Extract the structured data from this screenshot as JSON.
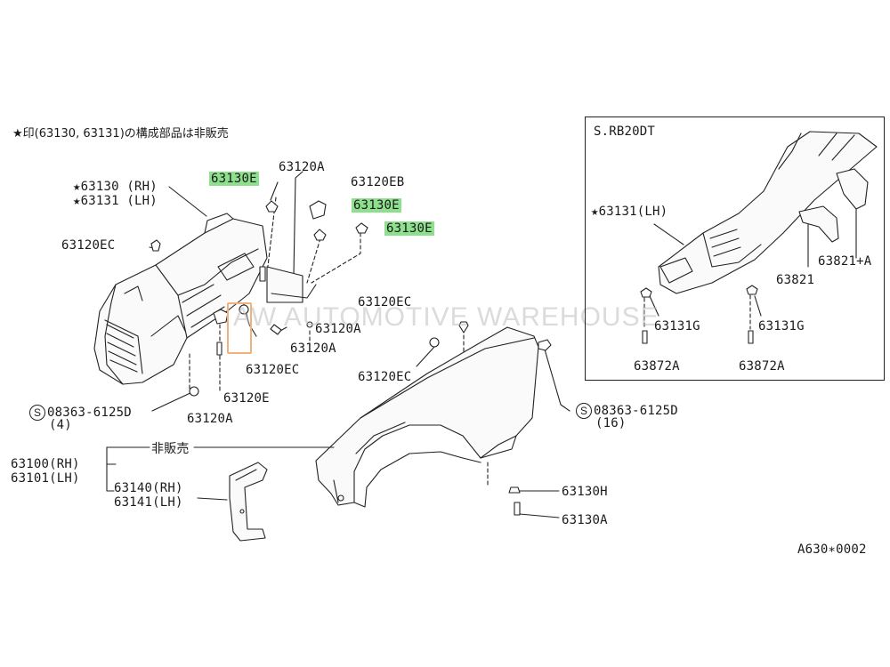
{
  "note": "★印(63130, 63131)の構成部品は非販売",
  "watermark": "AW AUTOMOTIVE WAREHOUSE",
  "inset": {
    "title": "S.RB20DT",
    "labels": {
      "p63131": "★63131(LH)",
      "p63821a": "63821+A",
      "p63821": "63821",
      "p63131g_l": "63131G",
      "p63131g_r": "63131G",
      "p63872a_l": "63872A",
      "p63872a_r": "63872A"
    }
  },
  "labels": {
    "p63130": "★63130 (RH)",
    "p63131": "★63131 (LH)",
    "p63120ec_l": "63120EC",
    "p63130e_1": "63130E",
    "p63120a_top": "63120A",
    "p63120eb": "63120EB",
    "p63130e_2": "63130E",
    "p63130e_3": "63130E",
    "p63120ec_mid": "63120EC",
    "p63120a_mid1": "63120A",
    "p63120a_mid2": "63120A",
    "p63120ec_under": "63120EC",
    "p63120ec_low": "63120EC",
    "p63120e": "63120E",
    "p63120a_low": "63120A",
    "p08363_l": "08363-6125D",
    "p08363_l_qty": "(4)",
    "p08363_r": "08363-6125D",
    "p08363_r_qty": "(16)",
    "hihanbai": "非販売",
    "p63100": "63100(RH)",
    "p63101": "63101(LH)",
    "p63140": "63140(RH)",
    "p63141": "63141(LH)",
    "p63130h": "63130H",
    "p63130a": "63130A",
    "diagram_code": "A630∗0002"
  },
  "symbols": {
    "s_mark": "S"
  },
  "highlight_color": "#8ee08e"
}
